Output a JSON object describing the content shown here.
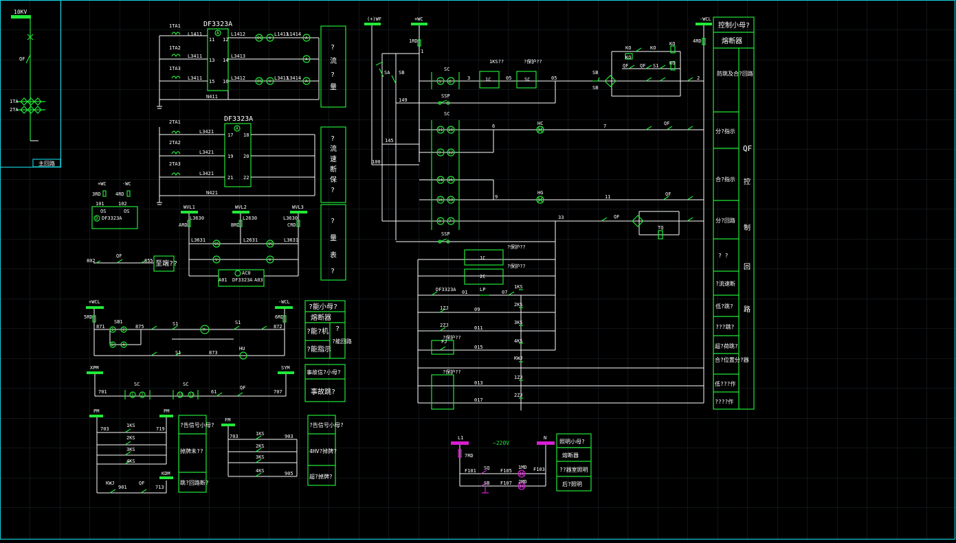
{
  "colors": {
    "background": "#000000",
    "wire": "#ffffff",
    "component": "#22e83a",
    "bus": "#22e83a",
    "frame": "#16c7d4",
    "grid": "#243235",
    "magenta_bus": "#d51fd0"
  },
  "main_circuit": {
    "bus": "10KV",
    "breaker": "QF",
    "ct1": "1TA",
    "ct2": "2TA",
    "title": "主回路"
  },
  "meter1": {
    "title": "DF3323A",
    "ct_a": "1TA1",
    "ct_b": "1TA2",
    "ct_c": "1TA3",
    "t1": "L1411",
    "t2": "L3411",
    "t3": "L3411",
    "pin11": "11",
    "pin12": "12",
    "pin13": "13",
    "pin14": "14",
    "pin15": "15",
    "pin16": "16",
    "o1": "L1412",
    "o2": "L3413",
    "o3": "L3412",
    "o4": "L1413",
    "o5": "L1414",
    "o6": "L3413",
    "o7": "L3414",
    "gnd": "N411",
    "dev_a": "OS",
    "dev_b": "OS",
    "dev_v": "V",
    "dev_ammeter": "A",
    "dev_w": "W"
  },
  "meter2": {
    "title": "DF3323A",
    "ct_a": "2TA1",
    "ct_b": "2TA2",
    "ct_c": "2TA3",
    "t1": "L3421",
    "t2": "L3421",
    "t3": "L3421",
    "pin17": "17",
    "pin18": "18",
    "pin19": "19",
    "pin20": "20",
    "pin21": "21",
    "pin22": "22",
    "gnd": "N421"
  },
  "box_current": {
    "c1": "?",
    "c2": "流",
    "c3": "?",
    "c4": "量"
  },
  "box_protect": {
    "c1": "?",
    "c2": "流",
    "c3": "速",
    "c4": "断",
    "c5": "保",
    "c6": "?"
  },
  "box_measure": {
    "c1": "?",
    "c2": "量",
    "c3": "表",
    "c4": "?"
  },
  "power_small": {
    "plus": "+WC",
    "minus": "-WC",
    "f1": "3RD",
    "f2": "4RD",
    "n101": "101",
    "n102": "102",
    "n_os1": "OS",
    "n_os2": "OS",
    "device": "DF3323A",
    "dev_id": "D"
  },
  "voltage": {
    "b1": "WVL1",
    "b2": "WVL2",
    "b3": "WVL3",
    "l1": "L3630",
    "l2": "L2630",
    "l3": "L3630",
    "f1": "ARD",
    "f2": "BRD",
    "f3": "CRD",
    "a1": "L3631",
    "a2": "L2631",
    "a3": "L3631",
    "ac0": "AC0",
    "dev": "DF3323A",
    "ac1": "A01",
    "ac2": "A03",
    "cw": "OS",
    "cw2": "OS",
    "v": "V"
  },
  "remote": {
    "n1": "802",
    "sw": "QF",
    "n2": "855",
    "label": "至端??"
  },
  "control": {
    "plus": "+WCL",
    "minus": "-WCL",
    "f1": "5RD",
    "f2": "6RD",
    "n871": "871",
    "sb1": "SB1",
    "n875": "875",
    "s1": "S1",
    "s2": "S1",
    "m": "M",
    "n872": "872",
    "n873": "873",
    "hu": "HU",
    "s3": "S1",
    "c1": "1",
    "c2": "2",
    "c3": "3",
    "c4": "4",
    "d": "D",
    "n868": "873"
  },
  "legend_ctrl": {
    "r1": "?能小母?",
    "r2": "熔断器",
    "r3a": "?能?机",
    "r3b": "?",
    "r4a": "?能指示",
    "r4b": "?能回路"
  },
  "signal1": {
    "b1": "XPM",
    "b2": "SYM",
    "n1": "701",
    "sc1": "SC",
    "sc2": "SC",
    "n2": "61",
    "qf": "QF",
    "n3": "707",
    "c1": "1",
    "c2": "2",
    "c3": "19",
    "c4": "17"
  },
  "legend_sig1": {
    "r1": "事故信?小母?",
    "r2": "事故跳?"
  },
  "signal2": {
    "b1": "PM",
    "b2": "PM",
    "n1": "703",
    "n2": "719",
    "k1": "1KS",
    "k2": "2KS",
    "k3": "3KS",
    "k4": "4KS",
    "b3": "KDM",
    "n3": "KWJ",
    "n4": "901",
    "qf": "QF",
    "n5": "713"
  },
  "legend_sig2": {
    "r1": "?告信号小母?",
    "r2": "掉牌未??",
    "r3": "跳?回路断?"
  },
  "signal3": {
    "b1": "FM",
    "n1": "703",
    "n2": "903",
    "k1": "1KS",
    "k2": "2KS",
    "k3": "3KS",
    "k4": "4KS",
    "n3": "905"
  },
  "legend_sig3": {
    "r1": "?告信号小母?",
    "r2": "4HV?掉牌?",
    "r3": "超?掉牌?"
  },
  "dc": {
    "pos": "(+)WF",
    "plus": "+WC",
    "f1": "1RD",
    "n1": "1",
    "sa": "SA",
    "sb": "SB",
    "sc": "SC",
    "n3": "3",
    "k1": "1C",
    "n05": "05",
    "k2": "SC",
    "n5": "05",
    "sb2": "SB",
    "sb3": "SB",
    "n2": "2",
    "s1": "KO",
    "s2": "KO",
    "s3": "KO",
    "s4": "QF",
    "s5": "S1",
    "qf": "QF",
    "n145": "145",
    "n149": "149",
    "n100": "100",
    "sc2": "SC",
    "n6": "6",
    "hc": "HC",
    "n7": "7",
    "n9": "9",
    "hg": "HG",
    "n11": "11",
    "n33": "33",
    "tq": "TQ",
    "ssp": "SSP",
    "sp7": "SSP",
    "lbl1": "1KS??",
    "lbl2": "SC",
    "lbl3": "?保护??",
    "p5": "5",
    "p6": "6",
    "p11": "11",
    "p10": "10",
    "p9": "9",
    "p12": "12",
    "p14": "14",
    "p15": "15",
    "p16": "16",
    "p13": "13",
    "p8": "8",
    "p7": "7"
  },
  "relays": {
    "k1": "1C",
    "k2": "2C",
    "lbl_k1": "?保护??",
    "lbl_k2": "?保护??",
    "dev": "DF3323A",
    "n01": "01",
    "lp": "LP",
    "n07": "07",
    "r1": "1KS",
    "r2": "2KS",
    "r3": "3KS",
    "r4": "4KS",
    "r5": "KWJ",
    "r6": "1ZJ",
    "r7": "2ZJ",
    "j1": "1ZJ",
    "j2": "2ZJ",
    "n09": "09",
    "n011": "011",
    "n015": "015",
    "n013": "013",
    "n017": "017",
    "fj": "FJ",
    "fj_lbl": "?保护??",
    "bk_lbl": "?保护??"
  },
  "lighting": {
    "l1": "L1",
    "n": "N",
    "voltage": "~220V",
    "fuse": "7RD",
    "f1": "F101",
    "f2": "F105",
    "f3": "F103",
    "f4": "F107",
    "sq": "SQ",
    "sb": "SB",
    "lamp1": "1MD",
    "lamp2": "2MD"
  },
  "legend_light": {
    "r1": "照明小母?",
    "r2": "熔断器",
    "r3": "??器室照明",
    "r4": "后?照明"
  },
  "legend_right": {
    "r1": "控制小母?",
    "r2": "熔断器",
    "r3": "防跳及合?回路",
    "r4": "分?指示",
    "r5": "合?指示",
    "r6": "分?回路",
    "r7": "?  ?",
    "r8": "?流速断",
    "r9": "低?跳?",
    "r10": "???跳?",
    "r11": "超?荷跳?",
    "r12": "合?位置分?器",
    "r13": "低???作",
    "r14": "????作",
    "c1": "QF",
    "c2": "控",
    "c3": "制",
    "c4": "回",
    "c5": "路"
  }
}
